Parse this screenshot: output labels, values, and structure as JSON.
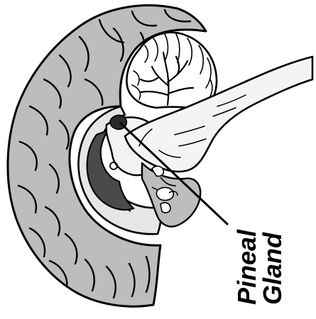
{
  "diagram": {
    "label_line1": "Pineal",
    "label_line2": "Gland"
  },
  "colors": {
    "cortex_fill": "#bdbdbd",
    "inner_fill": "#e6e6e6",
    "ventricle_fill": "#4a4a4a",
    "outline": "#000000",
    "background": "#ffffff"
  },
  "icons": {
    "brain": "sagittal-brain-section",
    "cerebellum": "cerebellum-arbor-vitae",
    "brainstem": "brainstem",
    "pineal": "pineal-gland"
  }
}
